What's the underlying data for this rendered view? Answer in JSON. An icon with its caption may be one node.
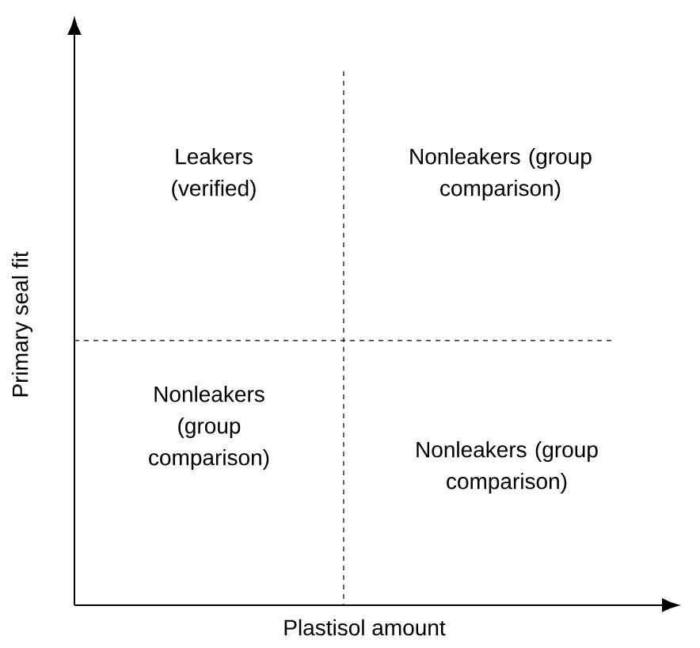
{
  "diagram": {
    "labels": [
      "Leakers (verified)",
      "Nonleakers (group comparison)",
      "Nonleakers (group comparison)",
      "Nonleakers (group comparison)",
      "Primary seal fit",
      "Plastisol amount"
    ]
  }
}
